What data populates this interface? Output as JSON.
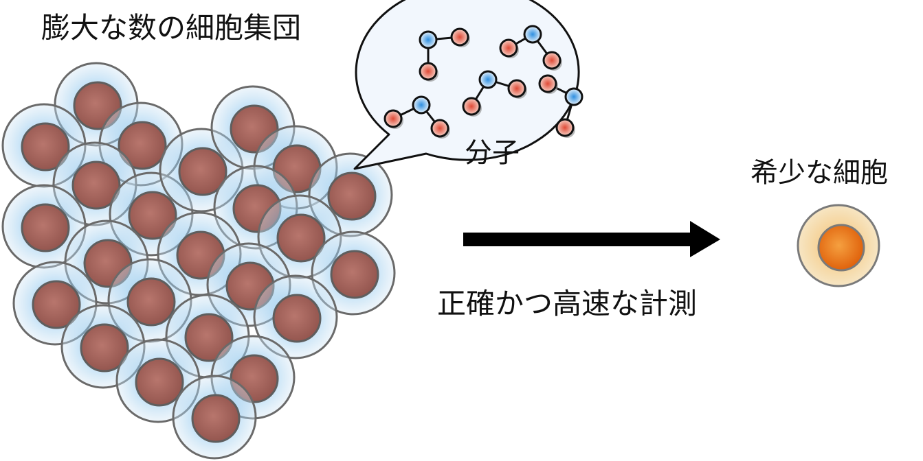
{
  "labels": {
    "cell_population": "膨大な数の細胞集団",
    "molecules": "分子",
    "rare_cell": "希少な細胞",
    "measurement": "正確かつ高速な計測"
  },
  "colors": {
    "cell_halo_blue": "#6db8e8",
    "cell_nucleus": "#a0635c",
    "cell_outline": "#6a6a6a",
    "rare_halo": "#f3cf8a",
    "rare_nucleus": "#ec7a1c",
    "molecule_blue": "#3f9be0",
    "molecule_red": "#e0533f",
    "bubble_fill": "#f2f7fd",
    "arrow": "#000000"
  }
}
